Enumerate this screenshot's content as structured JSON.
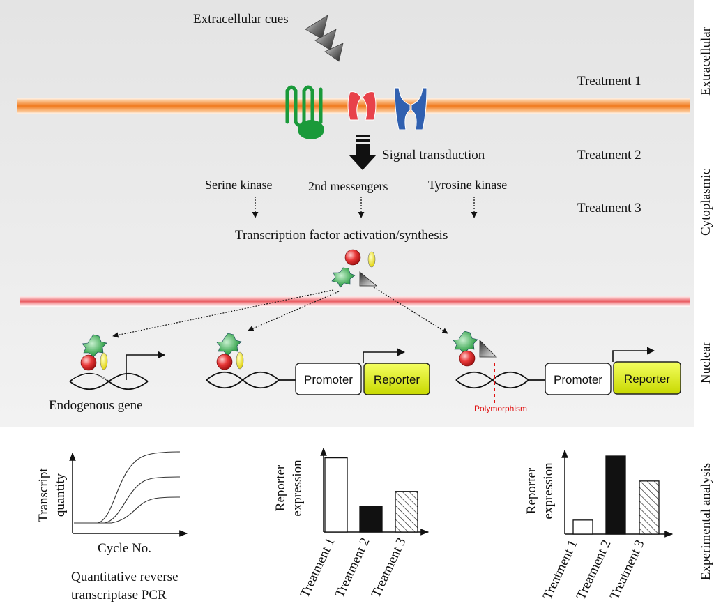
{
  "top": {
    "extracellular_cues": "Extracellular cues",
    "signal_transduction": "Signal transduction",
    "serine_kinase": "Serine kinase",
    "second_messengers": "2nd messengers",
    "tyrosine_kinase": "Tyrosine kinase",
    "tf_activation": "Transcription factor activation/synthesis"
  },
  "treatments": {
    "t1": "Treatment 1",
    "t2": "Treatment 2",
    "t3": "Treatment 3"
  },
  "compartments": {
    "extracellular": "Extracellular",
    "cytoplasmic": "Cytoplasmic",
    "nuclear": "Nuclear",
    "experimental": "Experimental analysis"
  },
  "nuclear": {
    "endogenous_gene": "Endogenous gene",
    "promoter": "Promoter",
    "reporter": "Reporter",
    "polymorphism": "Polymorphism"
  },
  "pcr": {
    "ylabel_1": "Transcript",
    "ylabel_2": "quantity",
    "xlabel": "Cycle No.",
    "caption_1": "Quantitative reverse",
    "caption_2": "transcriptase PCR"
  },
  "chart_data": [
    {
      "type": "bar",
      "ylabel_1": "Reporter",
      "ylabel_2": "expression",
      "categories": [
        "Treatment 1",
        "Treatment 2",
        "Treatment 3"
      ],
      "values": [
        0.95,
        0.33,
        0.52
      ],
      "fills": [
        "white",
        "black",
        "hatched"
      ]
    },
    {
      "type": "bar",
      "ylabel_1": "Reporter",
      "ylabel_2": "expression",
      "categories": [
        "Treatment 1",
        "Treatment 2",
        "Treatment 3"
      ],
      "values": [
        0.18,
        1.0,
        0.68
      ],
      "fills": [
        "white",
        "black",
        "hatched"
      ]
    }
  ],
  "colors": {
    "membrane": "#f07a1e",
    "nuclear_membrane": "#e8545a",
    "receptor_green": "#1a9a3a",
    "receptor_red": "#e8424a",
    "receptor_blue": "#3060b0",
    "reporter_fill": "#e6f000",
    "polymorphism": "#e01010"
  }
}
